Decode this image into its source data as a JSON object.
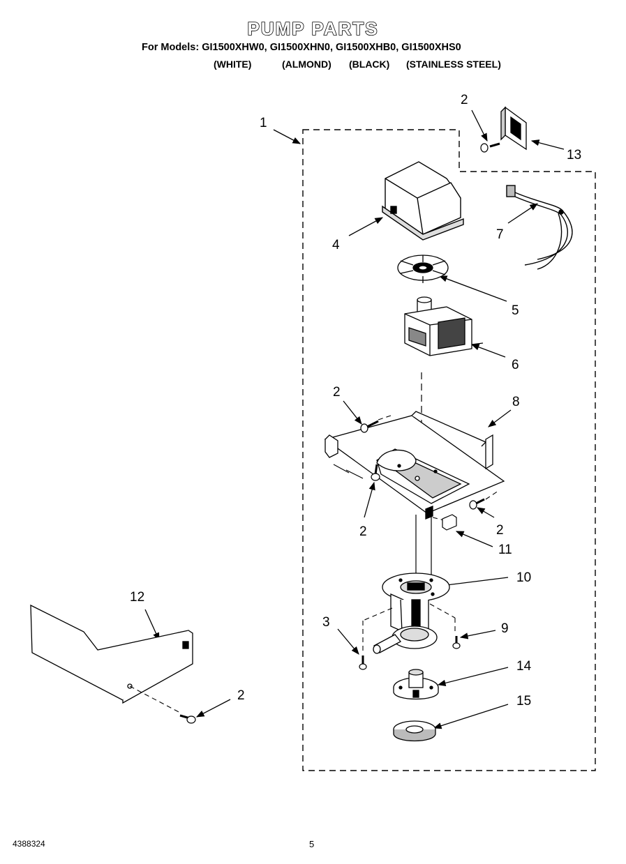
{
  "header": {
    "title": "PUMP PARTS",
    "models_line": "For Models: GI1500XHW0, GI1500XHN0, GI1500XHB0, GI1500XHS0",
    "colors": [
      "(WHITE)",
      "(ALMOND)",
      "(BLACK)",
      "(STAINLESS STEEL)"
    ]
  },
  "callouts": {
    "c1": "1",
    "c2_top": "2",
    "c13": "13",
    "c4": "4",
    "c7": "7",
    "c5": "5",
    "c6": "6",
    "c2_bracket_left": "2",
    "c8": "8",
    "c2_bracket_low": "2",
    "c2_bracket_right": "2",
    "c11": "11",
    "c10": "10",
    "c3": "3",
    "c9": "9",
    "c12": "12",
    "c2_cover": "2",
    "c14": "14",
    "c15": "15"
  },
  "footer": {
    "doc_number": "4388324",
    "page_number": "5"
  }
}
